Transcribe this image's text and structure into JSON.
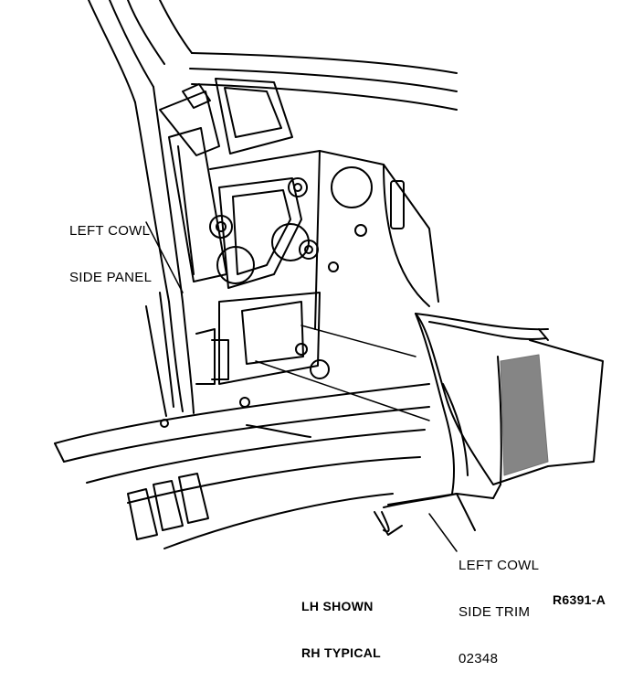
{
  "labels": {
    "cowl_panel": [
      "LEFT COWL",
      "SIDE PANEL"
    ],
    "cowl_trim": [
      "LEFT COWL",
      "SIDE TRIM",
      "02348"
    ],
    "note": [
      "LH SHOWN",
      "RH TYPICAL"
    ],
    "figure_ref": "R6391-A"
  },
  "colors": {
    "ink": "#000000",
    "paper": "#ffffff"
  }
}
